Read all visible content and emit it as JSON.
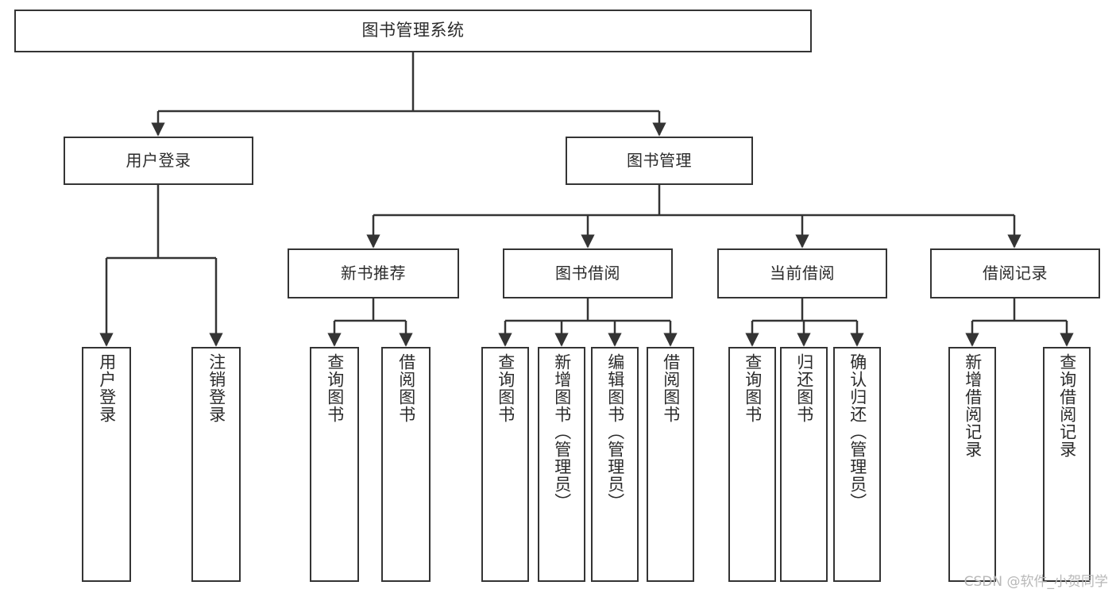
{
  "diagram": {
    "title": "图书管理系统",
    "type": "tree",
    "watermark": "CSDN @软件_小贺同学",
    "colors": {
      "border": "#343434",
      "text": "#2b2b2b",
      "background": "#ffffff",
      "connector": "#343434",
      "watermark": "#b8b8b8"
    },
    "nodes": {
      "root": {
        "label": "图书管理系统"
      },
      "l1": [
        {
          "label": "用户登录"
        },
        {
          "label": "图书管理"
        }
      ],
      "l2": [
        {
          "label": "新书推荐"
        },
        {
          "label": "图书借阅"
        },
        {
          "label": "当前借阅"
        },
        {
          "label": "借阅记录"
        }
      ],
      "leaves": {
        "user_login": [
          {
            "label": "用户登录"
          },
          {
            "label": "注销登录"
          }
        ],
        "new_book": [
          {
            "label": "查询图书"
          },
          {
            "label": "借阅图书"
          }
        ],
        "book_borrow": [
          {
            "label": "查询图书"
          },
          {
            "label": "新增图书（管理员）"
          },
          {
            "label": "编辑图书（管理员）"
          },
          {
            "label": "借阅图书"
          }
        ],
        "current_borrow": [
          {
            "label": "查询图书"
          },
          {
            "label": "归还图书"
          },
          {
            "label": "确认归还（管理员）"
          }
        ],
        "borrow_record": [
          {
            "label": "新增借阅记录"
          },
          {
            "label": "查询借阅记录"
          }
        ]
      }
    }
  }
}
